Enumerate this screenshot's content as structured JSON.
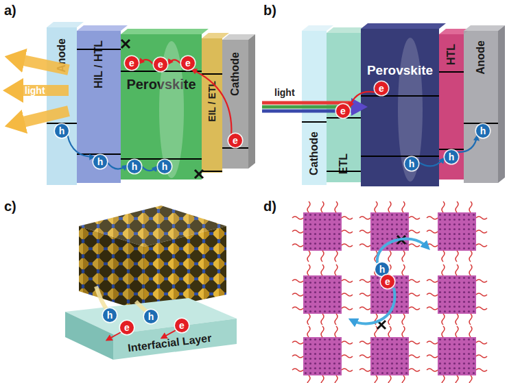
{
  "diagram": {
    "nodes": [
      {
        "text": [
          "Anode"
        ]
      },
      {
        "text": [
          "HIL / HTL"
        ]
      },
      {
        "text": [
          "Perovskite"
        ]
      },
      {
        "text": [
          "EIL / ETL"
        ]
      },
      {
        "text": [
          "Cathode"
        ]
      },
      {
        "text": [
          "e"
        ],
        "in": 2
      },
      {
        "text": [
          "e"
        ],
        "in": 2
      },
      {
        "text": [
          "e"
        ],
        "in": 2
      },
      {
        "text": [
          "e"
        ],
        "in": 4
      },
      {
        "text": [
          "h"
        ],
        "in": 0
      },
      {
        "text": [
          "h"
        ],
        "in": 1
      },
      {
        "text": [
          "h"
        ],
        "in": 2
      },
      {
        "text": [
          "h"
        ],
        "in": 2
      },
      {
        "text": [
          "Cathode"
        ]
      },
      {
        "text": [
          "ETL"
        ]
      },
      {
        "text": [
          "Perovskite"
        ]
      },
      {
        "text": [
          "HTL"
        ]
      },
      {
        "text": [
          "Anode"
        ]
      },
      {
        "text": [
          "e"
        ],
        "in": 15
      },
      {
        "text": [
          "e"
        ],
        "in": 14
      },
      {
        "text": [
          "h"
        ],
        "in": 15
      },
      {
        "text": [
          "h"
        ],
        "in": 16
      },
      {
        "text": [
          "h"
        ],
        "in": 17
      },
      {
        "text": [
          "Interfacial Layer"
        ]
      },
      {
        "text": [
          "h"
        ],
        "in": 23
      },
      {
        "text": [
          "h"
        ],
        "in": 23
      },
      {
        "text": [
          "e"
        ],
        "in": 23
      },
      {
        "text": [
          "e"
        ],
        "in": 23
      },
      {
        "text": [
          "h"
        ]
      },
      {
        "text": [
          "e"
        ]
      }
    ],
    "edges": [
      {
        "from": 8,
        "to": 7,
        "arrow": "to"
      },
      {
        "from": 7,
        "to": 6,
        "arrow": "to"
      },
      {
        "from": 6,
        "to": 5,
        "arrow": "to"
      },
      {
        "from": 9,
        "to": 10,
        "arrow": "to"
      },
      {
        "from": 10,
        "to": 11,
        "arrow": "to"
      },
      {
        "from": 11,
        "to": 12,
        "arrow": "to"
      },
      {
        "from": 18,
        "to": 19,
        "arrow": "to"
      },
      {
        "from": 20,
        "to": 21,
        "arrow": "to"
      },
      {
        "from": 21,
        "to": 22,
        "arrow": "to"
      }
    ],
    "labels": [
      "a)",
      "b)",
      "c)",
      "d)",
      "light",
      "light"
    ]
  }
}
